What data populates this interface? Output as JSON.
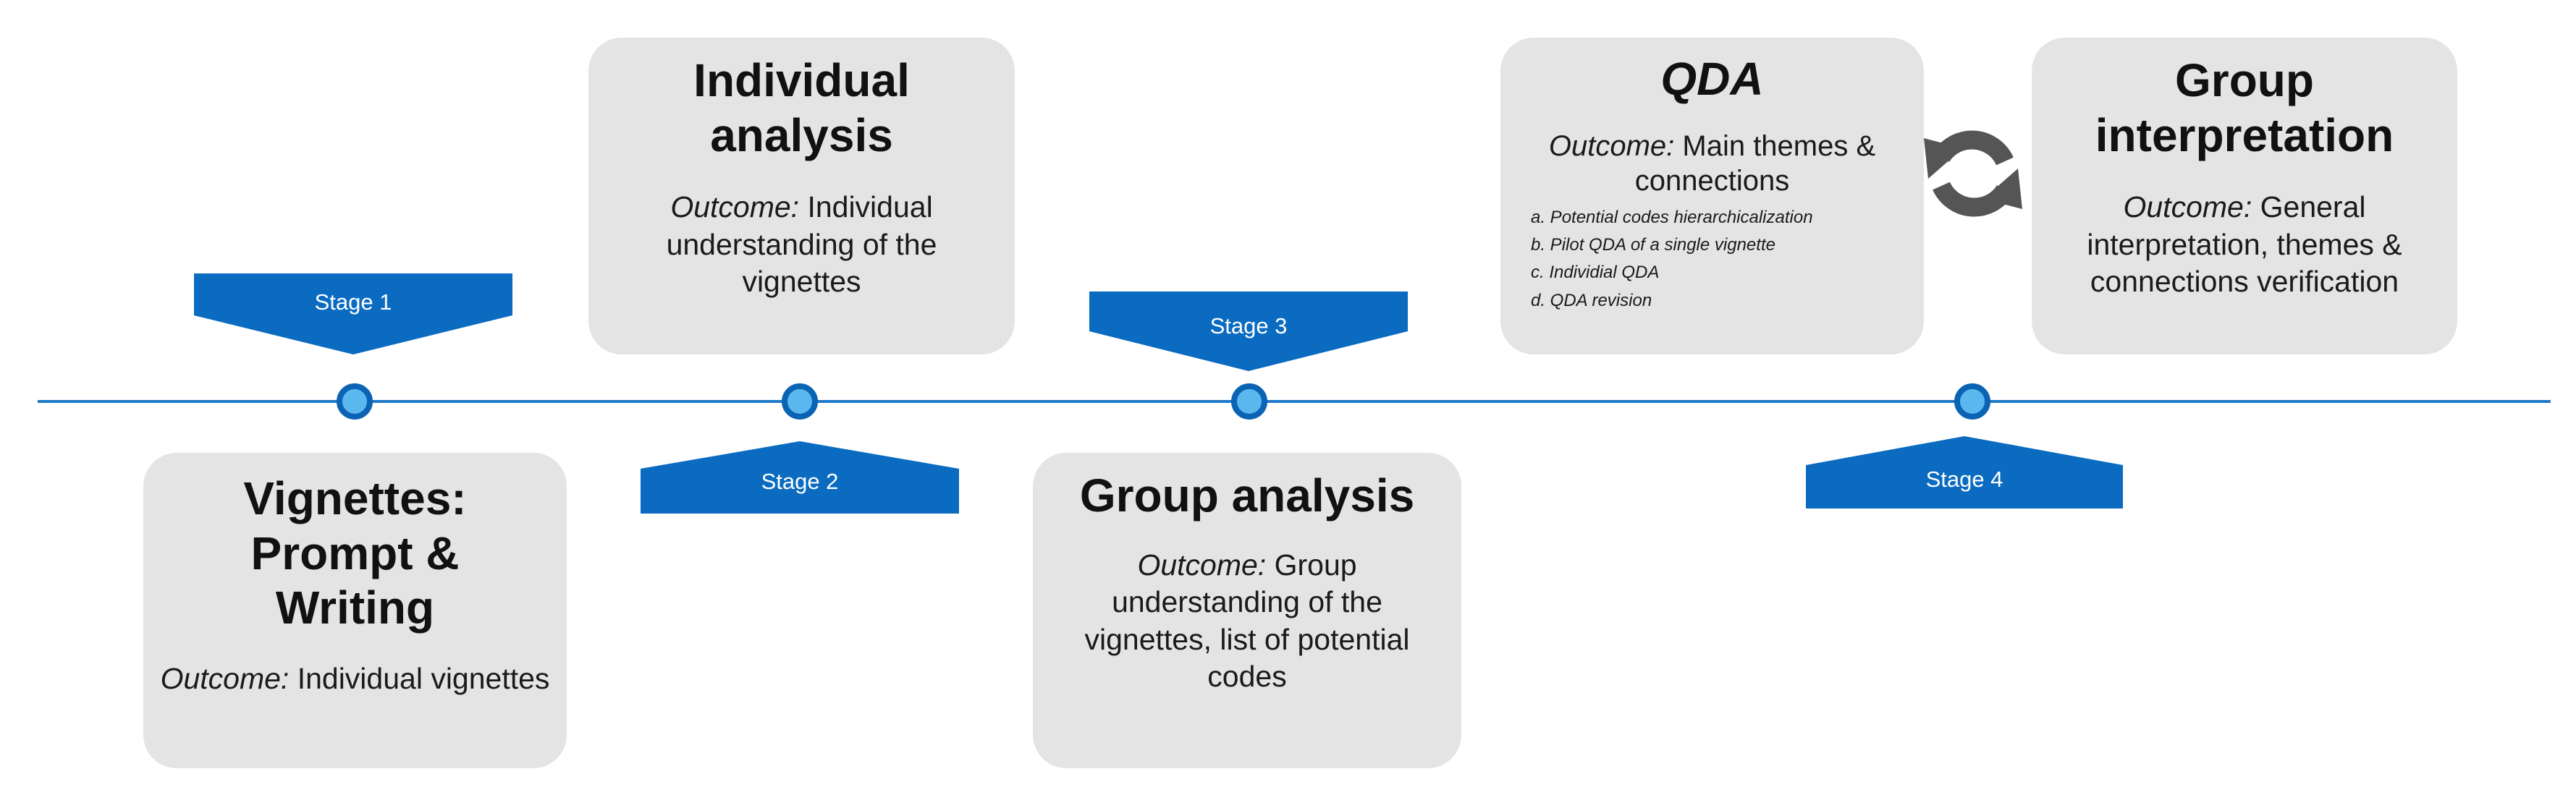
{
  "timeline": {
    "stages": [
      {
        "label": "Stage 1"
      },
      {
        "label": "Stage 2"
      },
      {
        "label": "Stage 3"
      },
      {
        "label": "Stage 4"
      }
    ],
    "cards": [
      {
        "title": "Vignettes: Prompt & Writing",
        "outcome_label": "Outcome:",
        "outcome_text": "Individual vignettes"
      },
      {
        "title": "Individual analysis",
        "outcome_label": "Outcome:",
        "outcome_text": "Individual understanding of the vignettes"
      },
      {
        "title": "Group analysis",
        "outcome_label": "Outcome:",
        "outcome_text": "Group understanding of the vignettes, list of potential codes"
      },
      {
        "title": "QDA",
        "outcome_label": "Outcome:",
        "outcome_text": "Main themes & connections",
        "steps": [
          "a. Potential codes hierarchicalization",
          "b. Pilot QDA of a single vignette",
          "c. Individial QDA",
          "d. QDA revision"
        ]
      },
      {
        "title": "Group interpretation",
        "outcome_label": "Outcome:",
        "outcome_text": "General interpretation, themes & connections verification"
      }
    ]
  },
  "icons": {
    "cycle": "refresh-cycle-icon",
    "colors": {
      "line": "#1f77c9",
      "banner": "#0a6bc0",
      "node_fill": "#5bb8ef",
      "node_ring": "#0a63b3",
      "card": "#e4e4e4",
      "cycle_arrow": "#555555"
    }
  }
}
